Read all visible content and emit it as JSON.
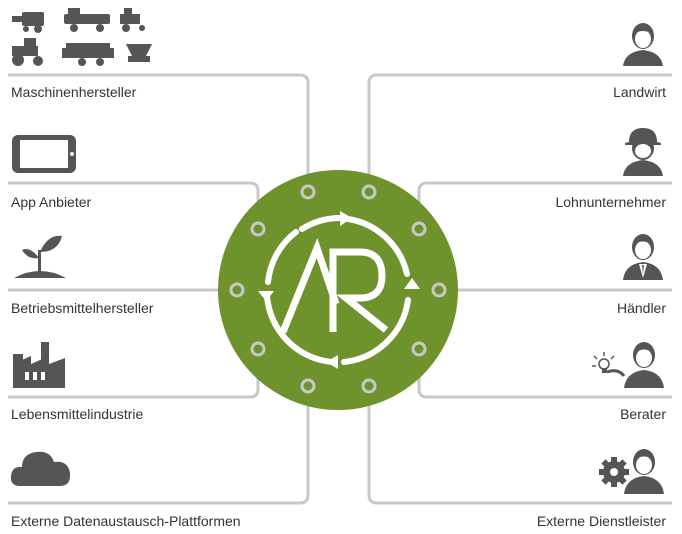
{
  "center": {
    "logo": "AR",
    "disc_color": "#6f932c",
    "line_color": "#c8c8c8"
  },
  "left": [
    {
      "label": "Maschinenhersteller",
      "icon": "farm-machinery-icon"
    },
    {
      "label": "App Anbieter",
      "icon": "tablet-icon"
    },
    {
      "label": "Betriebsmittelhersteller",
      "icon": "plant-sprout-icon"
    },
    {
      "label": "Lebensmittelindustrie",
      "icon": "factory-icon"
    },
    {
      "label": "Externe Datenaustausch-Plattformen",
      "icon": "cloud-icon"
    }
  ],
  "right": [
    {
      "label": "Landwirt",
      "icon": "farmer-icon"
    },
    {
      "label": "Lohnunternehmer",
      "icon": "contractor-helmet-icon"
    },
    {
      "label": "Händler",
      "icon": "dealer-suit-icon"
    },
    {
      "label": "Berater",
      "icon": "advisor-lightbulb-icon"
    },
    {
      "label": "Externe Dienstleister",
      "icon": "service-provider-gear-icon"
    }
  ]
}
